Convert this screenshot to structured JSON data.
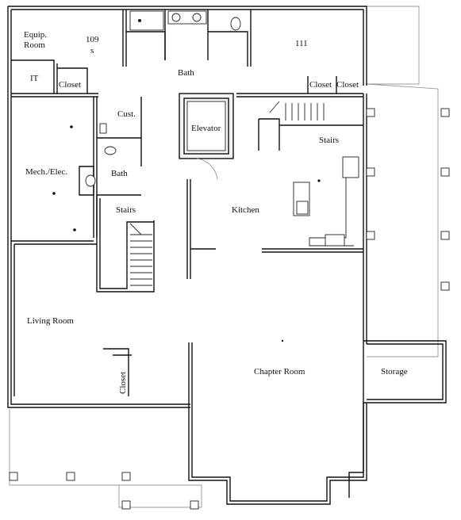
{
  "rooms": {
    "equip_room": [
      "Equip.",
      "Room"
    ],
    "it": "IT",
    "room_109": [
      "109",
      "s"
    ],
    "room_111": "111",
    "closet": "Closet",
    "bath": "Bath",
    "cust": "Cust.",
    "elevator": "Elevator",
    "stairs": "Stairs",
    "mech_elec": "Mech./Elec.",
    "kitchen": "Kitchen",
    "living_room": "Living Room",
    "chapter_room": "Chapter Room",
    "storage": "Storage"
  }
}
